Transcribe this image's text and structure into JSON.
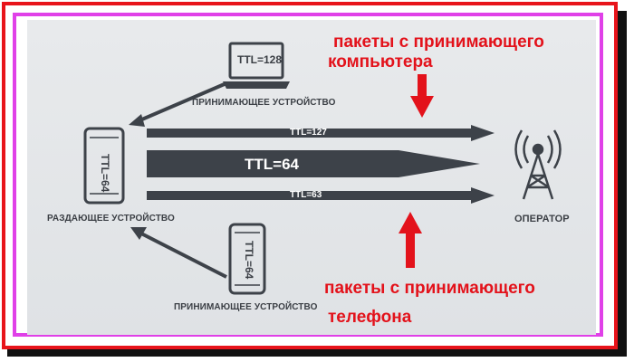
{
  "devices": {
    "laptop": {
      "screen_text": "TTL=128",
      "label": "ПРИНИМАЮЩЕЕ УСТРОЙСТВО"
    },
    "hotspot_phone": {
      "screen_text": "TTL=64",
      "label": "РАЗДАЮЩЕЕ УСТРОЙСТВО"
    },
    "phone": {
      "screen_text": "TTL=64",
      "label": "ПРИНИМАЮЩЕЕ УСТРОЙСТВО"
    },
    "operator": {
      "label": "ОПЕРАТОР"
    }
  },
  "arrows": {
    "top": "TTL=127",
    "main": "TTL=64",
    "bottom": "TTL=63"
  },
  "annotations": {
    "top_line1": "пакеты с принимающего",
    "top_line2": "компьютера",
    "bottom_line1": "пакеты с принимающего",
    "bottom_line2": "телефона"
  },
  "colors": {
    "frame_outer": "#e8141b",
    "frame_inner": "#e040e8",
    "arrow_dark": "#3d4249",
    "annotation_red": "#e3121b"
  }
}
